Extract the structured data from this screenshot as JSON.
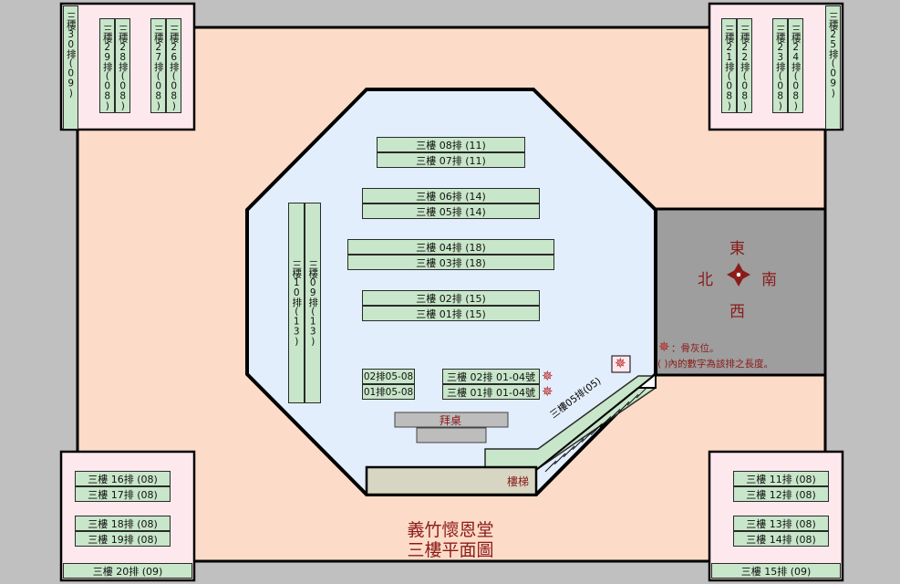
{
  "rows": {
    "r08": "三樓  08排  (11)",
    "r07": "三樓  07排  (11)",
    "r06": "三樓  06排  (14)",
    "r05": "三樓  05排  (14)",
    "r04": "三樓  04排  (18)",
    "r03": "三樓  03排  (18)",
    "r02": "三樓  02排  (15)",
    "r01": "三樓  01排  (15)",
    "r10": "三樓10排(13)",
    "r09": "三樓09排(13)",
    "s02": "02排05-08",
    "s01": "01排05-08",
    "n02": "三樓  02排  01-04號",
    "n01": "三樓  01排  01-04號",
    "r30": "三樓30排(09)",
    "r29": "三樓29排(08)",
    "r28": "三樓28排(08)",
    "r27": "三樓27排(08)",
    "r26": "三樓26排(08)",
    "r21": "三樓21排(08)",
    "r22": "三樓22排(08)",
    "r23": "三樓23排(08)",
    "r24": "三樓24排(08)",
    "r25": "三樓25排(09)",
    "r16": "三樓  16排  (08)",
    "r17": "三樓  17排  (08)",
    "r18": "三樓  18排  (08)",
    "r19": "三樓  19排  (08)",
    "r20": "三樓  20排  (09)",
    "r11": "三樓  11排  (08)",
    "r12": "三樓  12排  (08)",
    "r13": "三樓  13排  (08)",
    "r14": "三樓  14排  (08)",
    "r15": "三樓  15排  (09)",
    "r_ramp": "三樓05排(05)"
  },
  "altar": "拜桌",
  "stairs": "樓梯",
  "compass": {
    "east": "東",
    "west": "西",
    "south": "南",
    "north": "北"
  },
  "legend": {
    "star_note": "：骨灰位。",
    "paren_note": "( )內的數字為該排之長度。"
  },
  "star_symbol": "✵",
  "title": {
    "line1": "義竹懷恩堂",
    "line2": "三樓平面圖"
  },
  "colors": {
    "background": "#c0c0c0",
    "outer_floor": "#fcdcc8",
    "inner_hall": "#e3eefc",
    "corner_room": "#fde8ee",
    "row_fill": "#c8e6c9",
    "gray_room": "#9e9e9e",
    "accent_red": "#8b1a1a"
  }
}
